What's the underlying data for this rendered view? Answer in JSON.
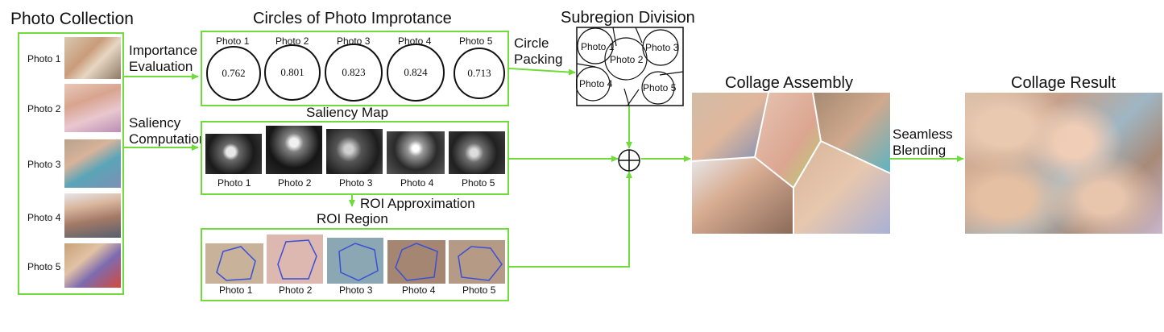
{
  "titles": {
    "photo_collection": "Photo Collection",
    "circles": "Circles of Photo Improtance",
    "subregion": "Subregion Division",
    "saliency": "Saliency Map",
    "roi_region": "ROI Region",
    "collage_assembly": "Collage Assembly",
    "collage_result": "Collage Result"
  },
  "steps": {
    "importance_1": "Importance",
    "importance_2": "Evaluation",
    "saliency_1": "Saliency",
    "saliency_2": "Computation",
    "circle_1": "Circle",
    "circle_2": "Packing",
    "roi_approx": "ROI  Approximation",
    "seamless_1": "Seamless",
    "seamless_2": "Blending"
  },
  "photos": [
    "Photo 1",
    "Photo 2",
    "Photo 3",
    "Photo 4",
    "Photo 5"
  ],
  "importance": [
    "0.762",
    "0.801",
    "0.823",
    "0.824",
    "0.713"
  ],
  "colors": {
    "accent": "#6fdc3c",
    "roi_outline": "#3a4fd8"
  },
  "icons": {
    "combine": "circled-plus-icon"
  }
}
